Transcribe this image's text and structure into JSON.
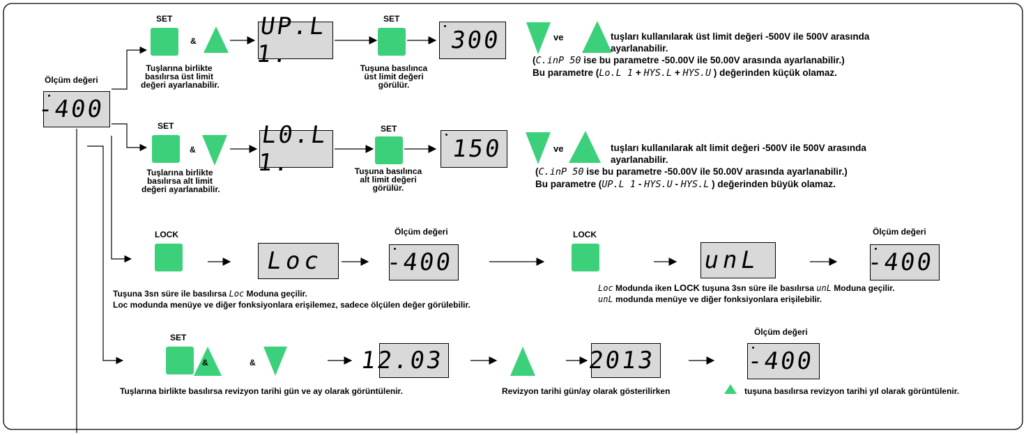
{
  "measured_label": "Ölçüm değeri",
  "display_main": "-400",
  "key_set": "SET",
  "key_lock": "LOCK",
  "amp": "&",
  "ve": "ve",
  "row1": {
    "display_param": "UP.L 1.",
    "display_value": "300",
    "caption_left": [
      "Tuşlarına birlikte",
      "basılırsa üst limit",
      "değeri ayarlanabilir."
    ],
    "caption_mid": [
      "Tuşuna basılınca",
      "üst limit değeri",
      "görülür."
    ],
    "desc_line1": "tuşları kullanılarak üst limit değeri -500V ile 500V arasında",
    "desc_line2": "ayarlanabilir.",
    "desc_line3_pre": "(",
    "desc_line3_seg": "C.inP  50",
    "desc_line3_post": " ise bu parametre -50.00V ile 50.00V arasında ayarlanabilir.)",
    "desc_line4_pre": "Bu parametre (",
    "desc_line4_seg1": "Lo.L 1",
    "desc_line4_seg2": "HYS.L",
    "desc_line4_seg3": "HYS.U",
    "desc_line4_op": " + ",
    "desc_line4_post": " ) değerinden küçük olamaz."
  },
  "row2": {
    "display_param": "L0.L 1.",
    "display_value": "150",
    "caption_left": [
      "Tuşlarına birlikte",
      "basılırsa alt limit",
      "değeri ayarlanabilir."
    ],
    "caption_mid": [
      "Tuşuna basılınca",
      "alt limit değeri",
      "görülür."
    ],
    "desc_line1": "tuşları kullanılarak alt limit değeri -500V ile 500V arasında",
    "desc_line2": "ayarlanabilir.",
    "desc_line3_pre": "(",
    "desc_line3_seg": "C.inP  50",
    "desc_line3_post": " ise bu parametre -50.00V ile 50.00V arasında ayarlanabilir.)",
    "desc_line4_pre": "Bu parametre (",
    "desc_line4_seg1": "UP.L 1",
    "desc_line4_seg2": "HYS.U",
    "desc_line4_seg3": "HYS.L",
    "desc_line4_op": " - ",
    "desc_line4_post": " ) değerinden büyük olamaz."
  },
  "row3": {
    "display_loc": "Loc",
    "display_unl": "unL",
    "text_left_1_pre": "Tuşuna 3sn süre ile basılırsa ",
    "text_left_1_seg": "Loc",
    "text_left_1_post": " Moduna geçilir.",
    "text_left_2": "Loc modunda menüye ve diğer fonksiyonlara erişilemez, sadece ölçülen değer görülebilir.",
    "text_right_1_seg": "Loc",
    "text_right_1_mid": " Modunda iken ",
    "text_right_1_key": "LOCK",
    "text_right_1_mid2": " tuşuna 3sn süre ile basılırsa ",
    "text_right_1_seg2": "unL",
    "text_right_1_post": " Moduna geçilir.",
    "text_right_2_seg": "unL",
    "text_right_2_post": " modunda menüye ve diğer fonksiyonlara erişilebilir."
  },
  "row4": {
    "display_date": "12.03",
    "display_year": "2013",
    "text_left": "Tuşlarına birlikte basılırsa revizyon tarihi gün ve ay olarak görüntülenir.",
    "text_right_pre": "Revizyon tarihi gün/ay olarak gösterilirken",
    "text_right_post": "tuşuna basılırsa revizyon tarihi yıl olarak görüntülenir."
  },
  "colors": {
    "key_green": "#3cd07a",
    "lcd_gray": "#d9d9d9",
    "stroke": "#000000"
  }
}
